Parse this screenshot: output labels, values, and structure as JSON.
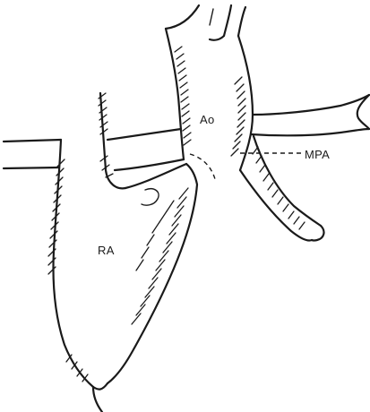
{
  "labels": {
    "aorta": "Ao",
    "main_pulmonary_artery": "MPA",
    "right_atrium": "RA"
  },
  "colors": {
    "ink": "#1a1a1a",
    "background": "#ffffff"
  }
}
